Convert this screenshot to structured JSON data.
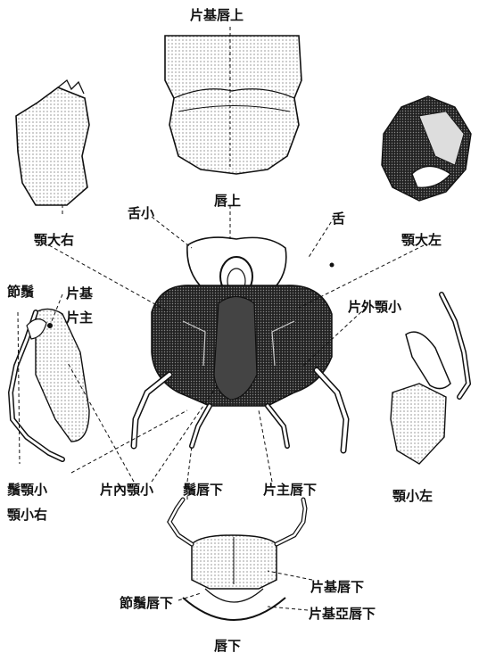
{
  "labels": {
    "upper_lip_base": "片基唇上",
    "upper_lip": "唇上",
    "small_tongue": "舌小",
    "tongue": "舌",
    "right_mandible": "顎大右",
    "left_mandible": "顎大左",
    "palp_segment": "節鬚",
    "base_piece": "片基",
    "main_piece": "片主",
    "outer_piece_maxilla": "片外顎小",
    "maxilla_palp": "鬚顎小",
    "right_maxilla": "顎小右",
    "inner_piece_maxilla": "片內顎小",
    "lower_lip_palp": "鬚唇下",
    "lower_lip_main": "片主唇下",
    "left_maxilla": "顎小左",
    "lower_lip_base": "片基唇下",
    "lower_lip_palp_segment": "節鬚唇下",
    "lower_lip_sub_base": "片基亞唇下",
    "lower_lip": "唇下"
  },
  "colors": {
    "ink": "#111111",
    "shade": "#2b2b2b",
    "paper": "#ffffff"
  }
}
